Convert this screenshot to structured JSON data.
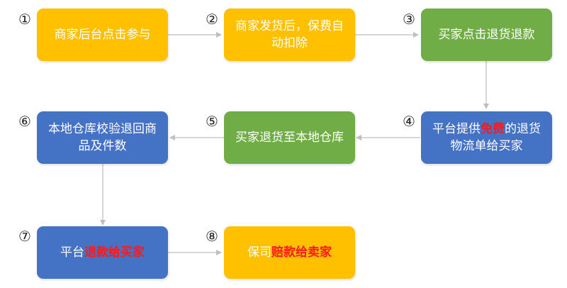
{
  "colors": {
    "yellow": "#ffc000",
    "green": "#70ad47",
    "blue": "#4472c4",
    "arrow": "#bfbfbf",
    "highlight": "#ff1a1a"
  },
  "steps": [
    {
      "num": "①",
      "color": "yellow",
      "parts": [
        {
          "text": "商家后台点击参与"
        }
      ]
    },
    {
      "num": "②",
      "color": "yellow",
      "parts": [
        {
          "text": "商家发货后，保费自动扣除"
        }
      ]
    },
    {
      "num": "③",
      "color": "green",
      "parts": [
        {
          "text": "买家点击退货退款"
        }
      ]
    },
    {
      "num": "④",
      "color": "blue",
      "parts": [
        {
          "text": "平台提供"
        },
        {
          "text": "免费",
          "highlight": true
        },
        {
          "text": "的退货物流单给买家"
        }
      ]
    },
    {
      "num": "⑤",
      "color": "green",
      "parts": [
        {
          "text": "买家退货至本地仓库"
        }
      ]
    },
    {
      "num": "⑥",
      "color": "blue",
      "parts": [
        {
          "text": "本地仓库校验退回商品及件数"
        }
      ]
    },
    {
      "num": "⑦",
      "color": "blue",
      "parts": [
        {
          "text": "平台"
        },
        {
          "text": "退款给买家",
          "highlight": true
        }
      ]
    },
    {
      "num": "⑧",
      "color": "yellow",
      "parts": [
        {
          "text": "保司"
        },
        {
          "text": "赔款给卖家",
          "highlight": true
        }
      ]
    }
  ]
}
